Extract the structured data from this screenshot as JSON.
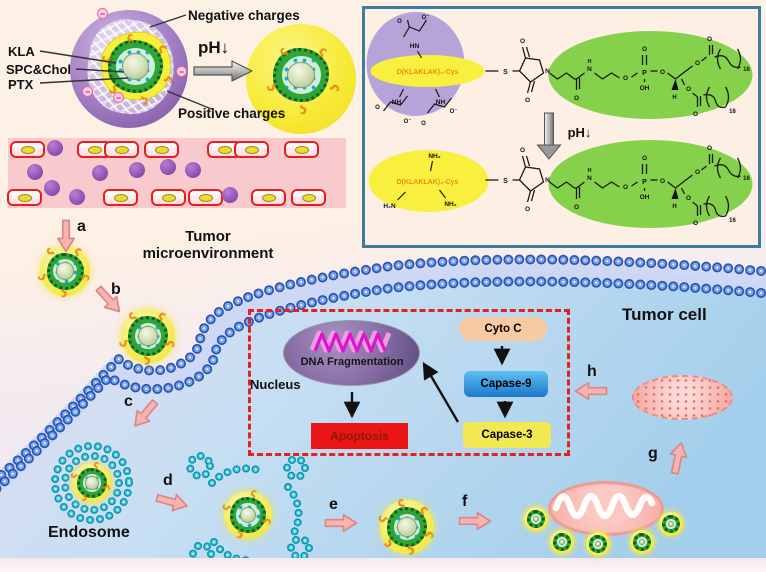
{
  "scheme": {
    "negative_charges": "Negative charges",
    "positive_charges": "Positive charges",
    "kla": "KLA",
    "spc_chol": "SPC&Chol",
    "ptx": "PTX",
    "ph_drop": "pH↓",
    "minus": "−",
    "tme1": "Tumor",
    "tme2": "microenvironment",
    "tumor_cell": "Tumor cell",
    "endosome": "Endosome",
    "nucleus": "Nucleus",
    "steps": {
      "a": "a",
      "b": "b",
      "c": "c",
      "d": "d",
      "e": "e",
      "f": "f",
      "g": "g",
      "h": "h"
    }
  },
  "pathway": {
    "dna_fragmentation": "DNA Fragmentation",
    "cyto_c": "Cyto C",
    "caspase9": "Capase-9",
    "caspase3": "Capase-3",
    "apoptosis": "Apoptosis"
  },
  "inset": {
    "peptide": "D(KLAKLAK)₂-Cys",
    "ph_drop": "pH↓",
    "atoms": {
      "S": "S",
      "N": "N",
      "O": "O",
      "O_minus": "O⁻",
      "OH": "OH",
      "P": "P",
      "H": "H",
      "NH": "NH",
      "HN": "HN",
      "NH2": "NH₂",
      "H2N": "H₂N",
      "n16": "16"
    }
  },
  "colors": {
    "accent_red": "#e71f1f",
    "membrane_blue": "#2b55b0",
    "liposome_green": "#2fa636",
    "halo_yellow": "#f2ea4e",
    "vessel_pink": "#f8c9cd",
    "cell_interior": "#b7dcf2",
    "inset_border": "#3a7d9e"
  }
}
